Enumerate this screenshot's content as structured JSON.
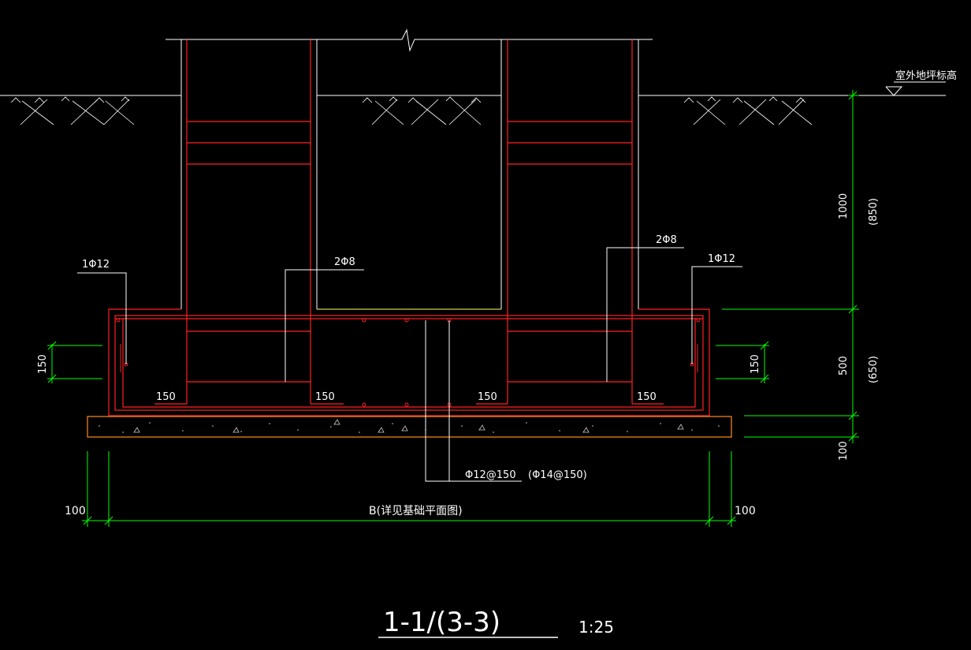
{
  "colors": {
    "background": "#000000",
    "wall": "#ffffff",
    "wall_inner": "#ffff66",
    "rebar": "#ff2020",
    "dimension": "#00ff00",
    "text": "#ffffff",
    "ground": "#ffffff"
  },
  "labels": {
    "ground_elevation": "室外地坪标高",
    "rebar_left_top": "1Φ12",
    "rebar_mid_left": "2Φ8",
    "rebar_mid_right": "2Φ8",
    "rebar_right_top": "1Φ12",
    "rebar_bottom": "Φ12@150",
    "rebar_bottom_alt": "(Φ14@150)",
    "span_dimension": "B(详见基础平面图)",
    "section_title": "1-1/(3-3)",
    "scale": "1:25"
  },
  "dimensions": {
    "height_upper": "1000",
    "height_upper_alt": "(850)",
    "height_footing": "500",
    "height_footing_alt": "(650)",
    "height_bedding": "100",
    "left_edge": "100",
    "right_edge": "100",
    "side_left": "150",
    "side_right": "150",
    "anchor_1": "150",
    "anchor_2": "150",
    "anchor_3": "150",
    "anchor_4": "150"
  }
}
